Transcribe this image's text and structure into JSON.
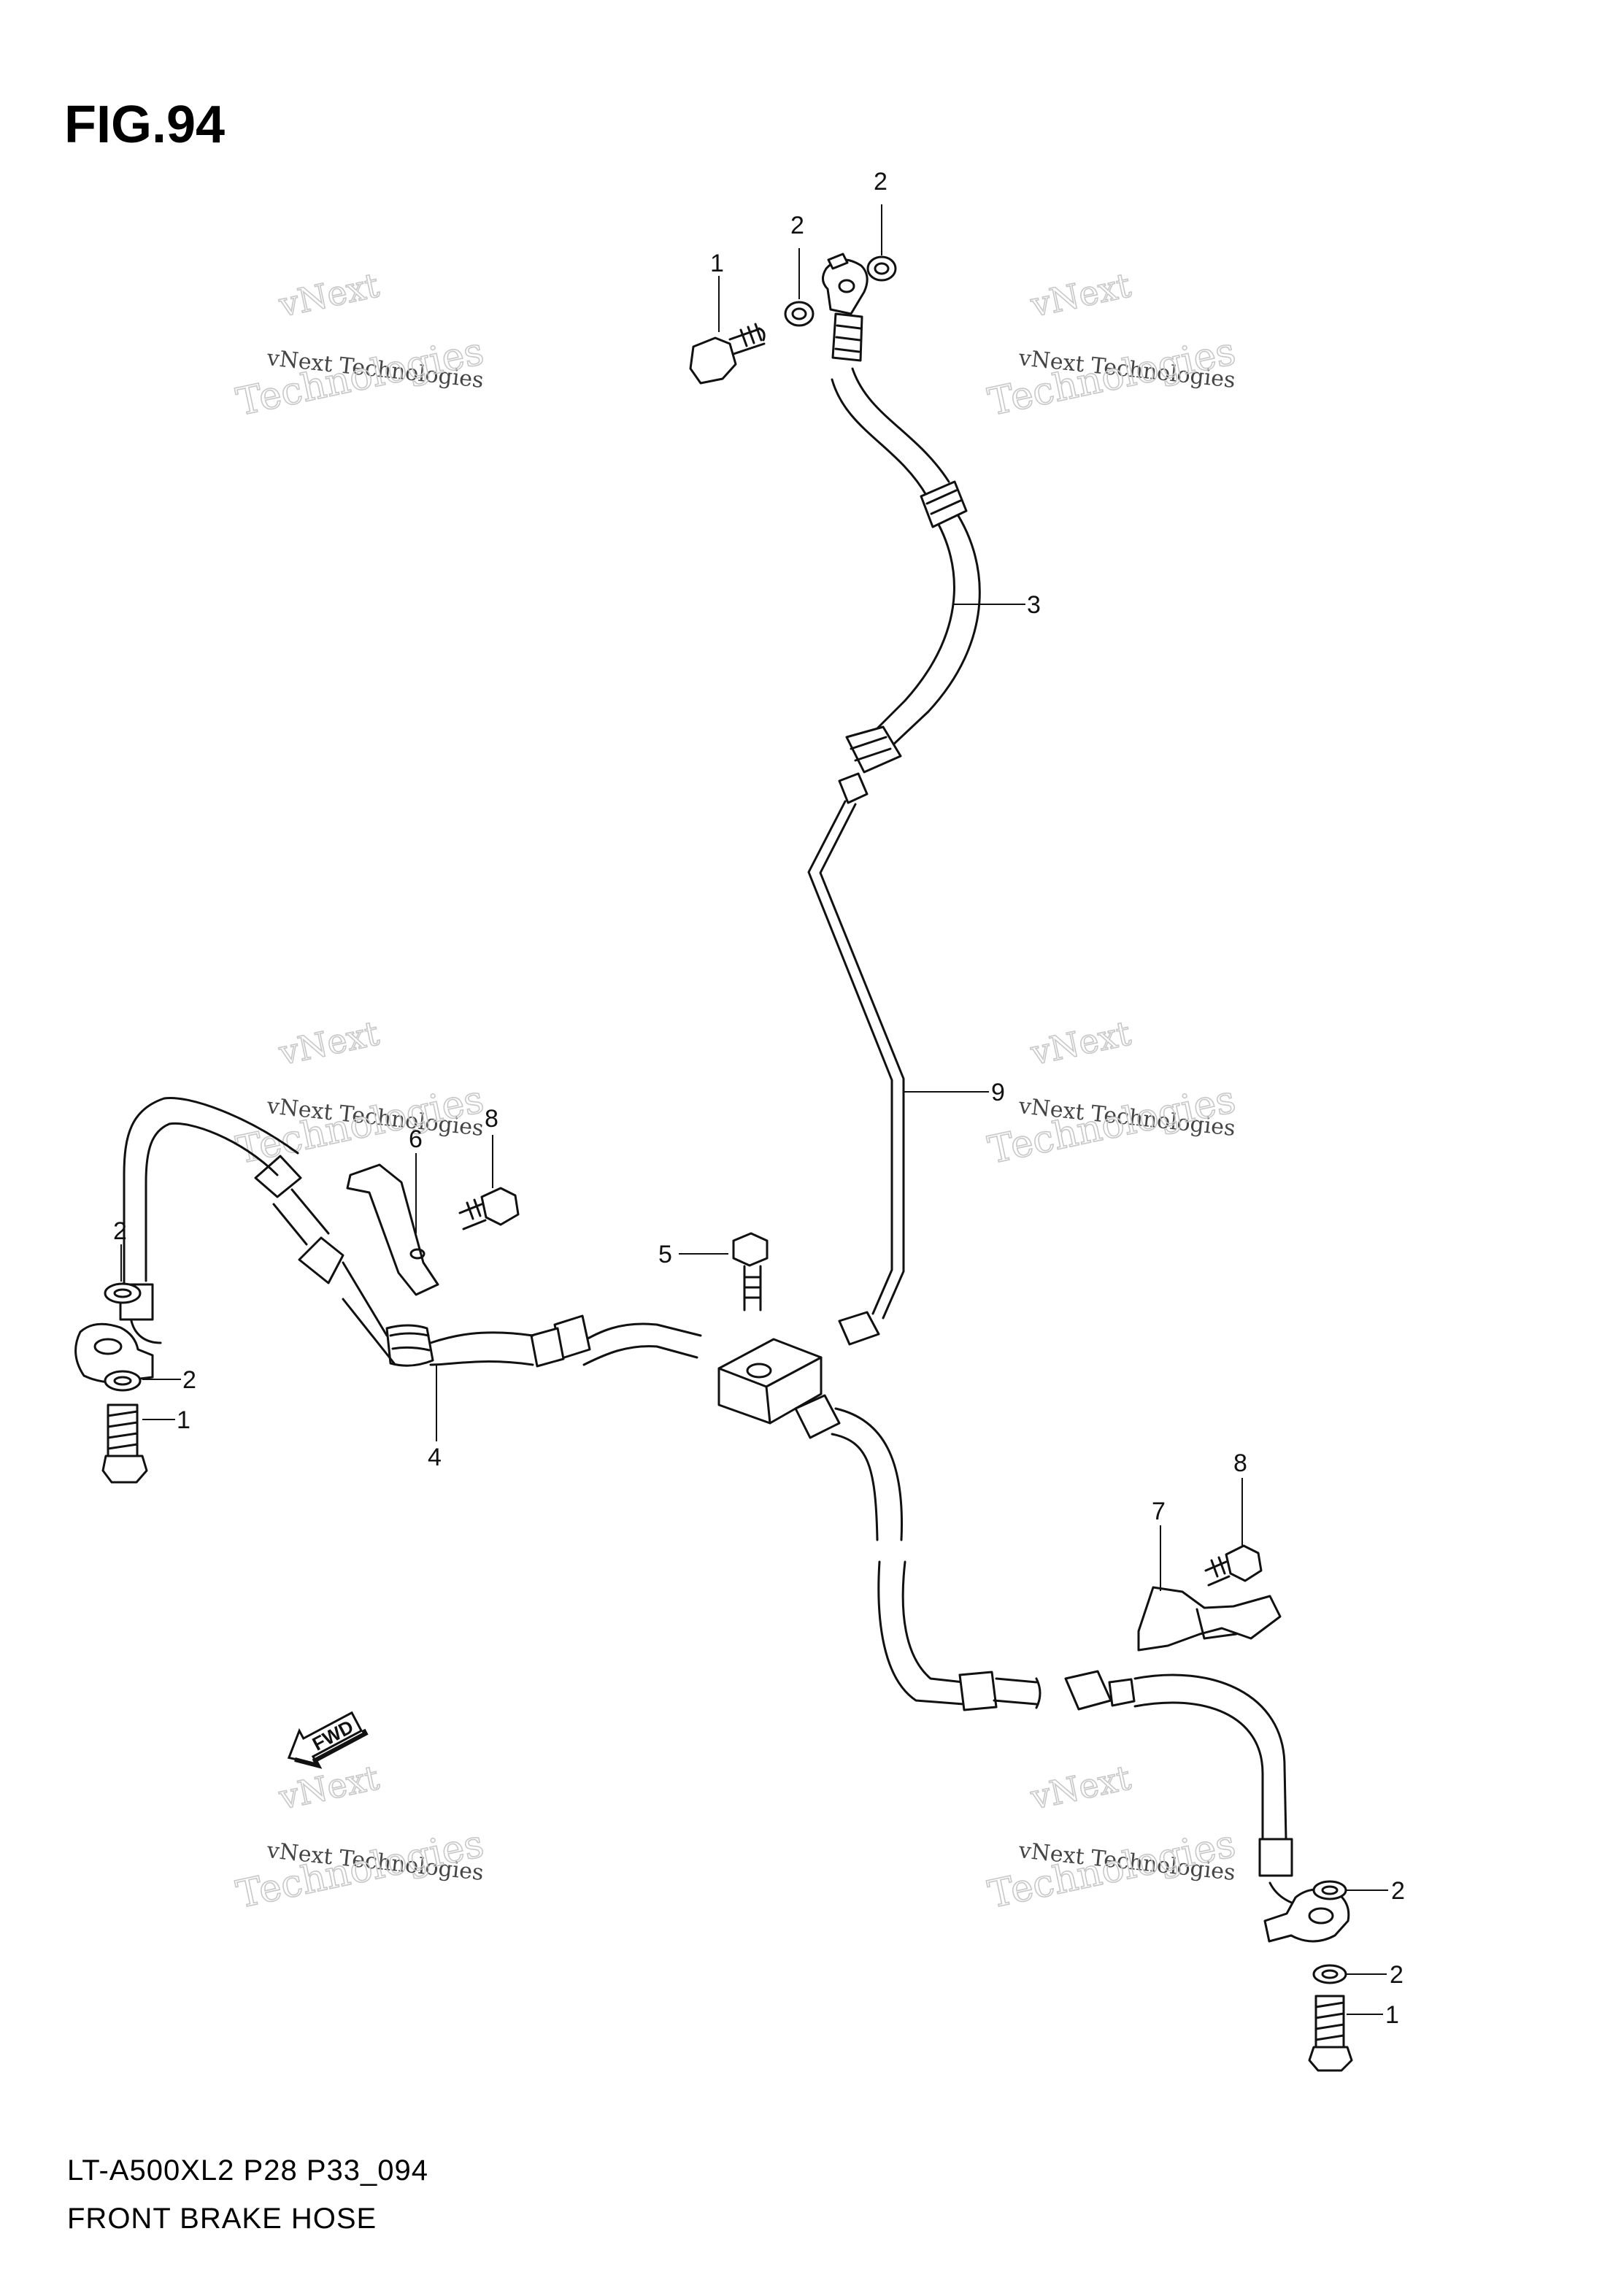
{
  "figure": {
    "title": "FIG.94",
    "model_code": "LT-A500XL2 P28 P33_094",
    "name": "FRONT BRAKE HOSE"
  },
  "watermark": {
    "line_small": "vNext Technologies",
    "line_large_1": "vNext",
    "line_large_2": "Technologies"
  },
  "callouts": [
    {
      "id": "c-1-top",
      "label": "1"
    },
    {
      "id": "c-2-top-a",
      "label": "2"
    },
    {
      "id": "c-2-top-b",
      "label": "2"
    },
    {
      "id": "c-3",
      "label": "3"
    },
    {
      "id": "c-9",
      "label": "9"
    },
    {
      "id": "c-6",
      "label": "6"
    },
    {
      "id": "c-8-left",
      "label": "8"
    },
    {
      "id": "c-2-left-a",
      "label": "2"
    },
    {
      "id": "c-2-left-b",
      "label": "2"
    },
    {
      "id": "c-1-left",
      "label": "1"
    },
    {
      "id": "c-5",
      "label": "5"
    },
    {
      "id": "c-4",
      "label": "4"
    },
    {
      "id": "c-8-right",
      "label": "8"
    },
    {
      "id": "c-7",
      "label": "7"
    },
    {
      "id": "c-2-right-a",
      "label": "2"
    },
    {
      "id": "c-2-right-b",
      "label": "2"
    },
    {
      "id": "c-1-right",
      "label": "1"
    }
  ],
  "fwd_label": "FWD",
  "colors": {
    "line": "#111111",
    "watermark": "#c8c8c8",
    "background": "#ffffff"
  }
}
